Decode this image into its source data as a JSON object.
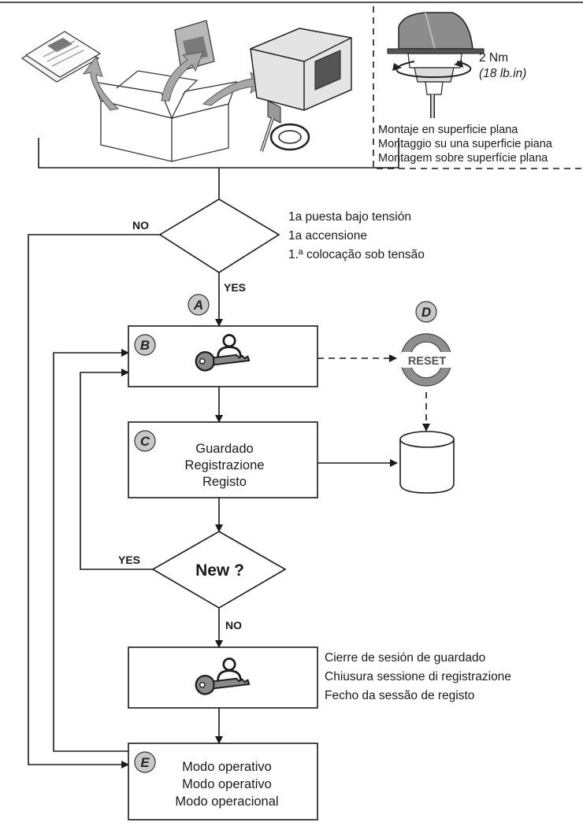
{
  "mounting": {
    "torque": "2 Nm",
    "torque_imperial": "(18 lb.in)",
    "lines": [
      "Montaje en superficie plana",
      "Montaggio su una superficie piana",
      "Montagem sobre superfície plana"
    ]
  },
  "first_power": {
    "lines": [
      "1a puesta bajo tensión",
      "1a accensione",
      "1.ª colocação sob tensão"
    ]
  },
  "flow": {
    "no_label_top": "NO",
    "yes_label_top": "YES",
    "yes_label_new": "YES",
    "no_label_new": "NO",
    "new_question": "New ?"
  },
  "markers": {
    "a": "A",
    "b": "B",
    "c": "C",
    "d": "D",
    "e": "E"
  },
  "reset_text": "RESET",
  "save_box": {
    "lines": [
      "Guardado",
      "Registrazione",
      "Registo"
    ]
  },
  "close_session": {
    "lines": [
      "Cierre de sesión de guardado",
      "Chiusura sessione di registrazione",
      "Fecho da sessão de registo"
    ]
  },
  "operating_box": {
    "lines": [
      "Modo operativo",
      "Modo operativo",
      "Modo operacional"
    ]
  },
  "icons": {
    "key": "key-user-icon",
    "reset": "reset-icon",
    "storage": "database-icon",
    "docs": "manual-documents-icon",
    "bag": "accessory-bag-icon",
    "device": "device-icon",
    "box": "open-box-icon"
  }
}
